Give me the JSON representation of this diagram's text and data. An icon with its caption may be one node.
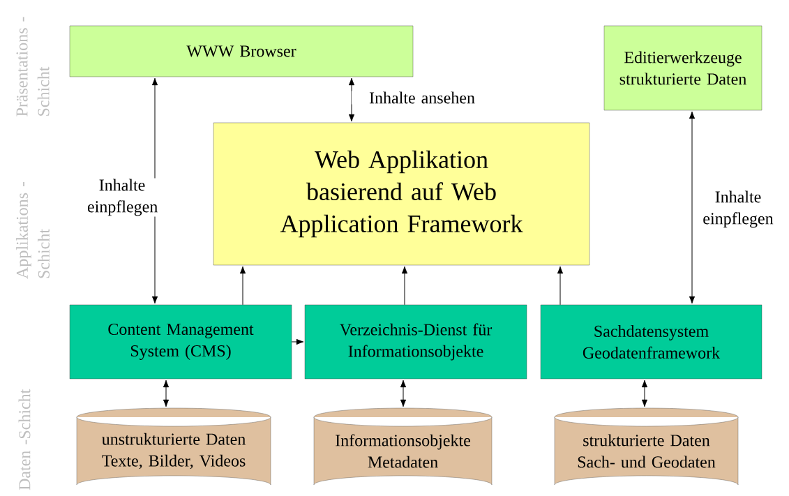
{
  "diagram": {
    "nodes": [
      {
        "text": [
          "WWW Browser"
        ]
      },
      {
        "text": [
          "Editierwerkzeuge strukturierte Daten"
        ]
      },
      {
        "text": [
          "Web Applikation basierend auf Web Application Framework"
        ]
      },
      {
        "text": [
          "Content Management System (CMS)"
        ]
      },
      {
        "text": [
          "Verzeichnis-Dienst für Informationsobjekte"
        ]
      },
      {
        "text": [
          "Sachdatensystem Geodatenframework"
        ]
      },
      {
        "text": [
          "unstrukturierte Daten Texte, Bilder, Videos"
        ]
      },
      {
        "text": [
          "Informationsobjekte Metadaten"
        ]
      },
      {
        "text": [
          "strukturierte Daten Sach- und Geodaten"
        ]
      }
    ],
    "edges": [
      {
        "from": 0,
        "to": 3,
        "arrow": "both",
        "label": "Inhalte einpflegen"
      },
      {
        "from": 0,
        "to": 2,
        "arrow": "both",
        "label": "Inhalte ansehen"
      },
      {
        "from": 1,
        "to": 5,
        "arrow": "both",
        "label": "Inhalte einpflegen"
      },
      {
        "from": 3,
        "to": 2,
        "arrow": "to"
      },
      {
        "from": 4,
        "to": 2,
        "arrow": "to"
      },
      {
        "from": 5,
        "to": 2,
        "arrow": "to"
      },
      {
        "from": 3,
        "to": 4,
        "arrow": "to"
      },
      {
        "from": 3,
        "to": 6,
        "arrow": "both"
      },
      {
        "from": 4,
        "to": 7,
        "arrow": "both"
      },
      {
        "from": 5,
        "to": 8,
        "arrow": "both"
      }
    ],
    "labels": [
      "Präsentations - Schicht",
      "Applikations - Schicht",
      "Daten -Schicht"
    ]
  }
}
